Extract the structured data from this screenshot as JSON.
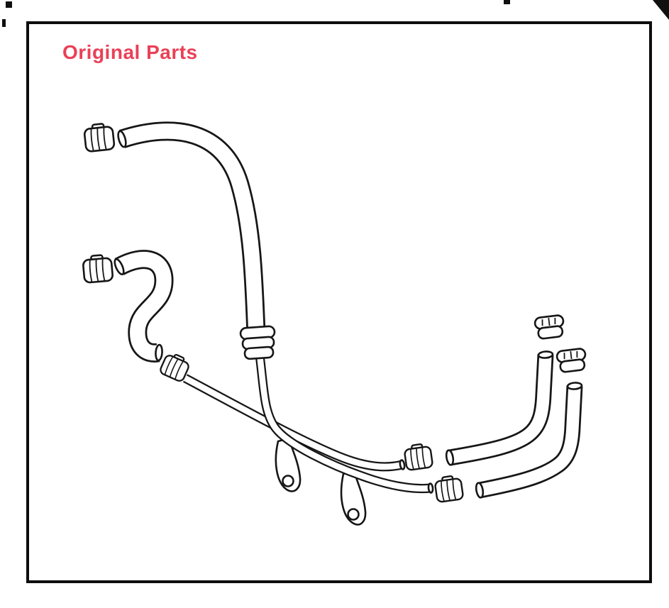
{
  "diagram": {
    "title": "Original Parts",
    "title_color": "#e94157",
    "ink_color": "#161616",
    "frame_color": "#0d0d0d",
    "background_color": "#ffffff",
    "parts": [
      {
        "icon": "hose-clamp-icon",
        "count": 5
      },
      {
        "icon": "curved-hose-icon",
        "count": 1
      },
      {
        "icon": "s-curved-hose-icon",
        "count": 1
      },
      {
        "icon": "ribbed-coupler-icon",
        "count": 1
      },
      {
        "icon": "pipe-assembly-with-brackets-icon",
        "count": 1
      },
      {
        "icon": "bent-hose-icon",
        "count": 2
      },
      {
        "icon": "end-fitting-icon",
        "count": 2
      }
    ]
  }
}
